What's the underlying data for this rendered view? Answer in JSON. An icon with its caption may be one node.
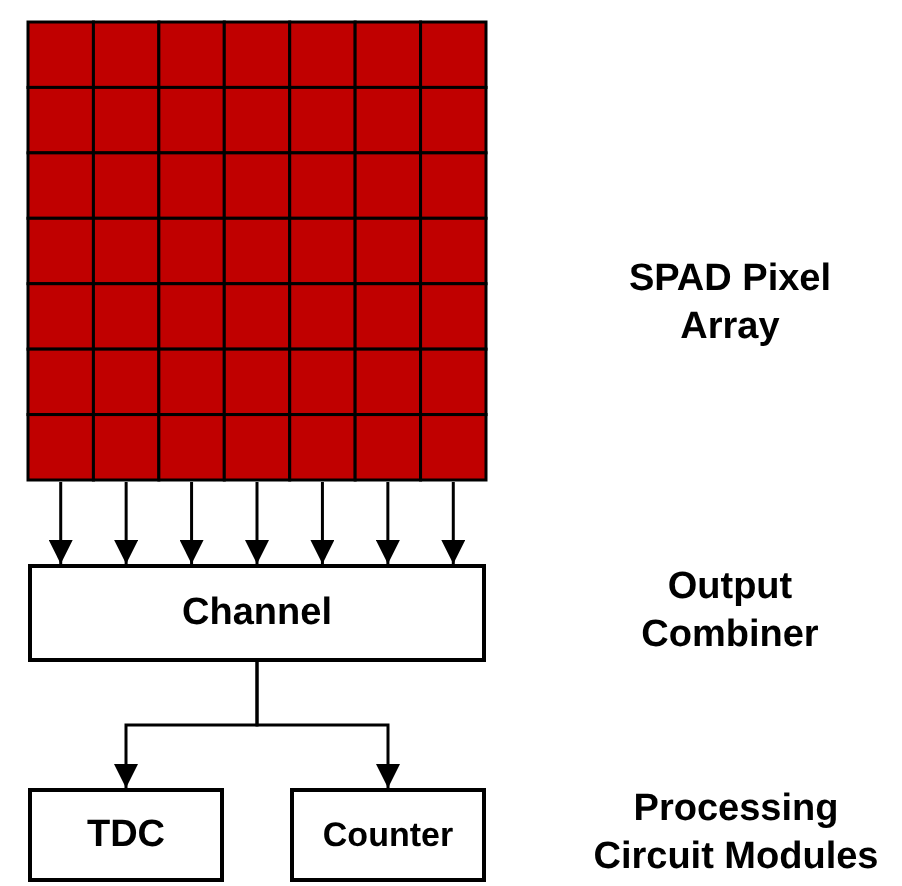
{
  "diagram": {
    "nodes": [
      {
        "text": [],
        "shape": "grid"
      },
      {
        "text": [
          "Channel"
        ]
      },
      {
        "text": [
          "TDC"
        ]
      },
      {
        "text": [
          "Counter"
        ]
      }
    ],
    "edges": [
      {
        "from": 0,
        "to": 1,
        "arrow": "to"
      },
      {
        "from": 0,
        "to": 1,
        "arrow": "to"
      },
      {
        "from": 0,
        "to": 1,
        "arrow": "to"
      },
      {
        "from": 0,
        "to": 1,
        "arrow": "to"
      },
      {
        "from": 0,
        "to": 1,
        "arrow": "to"
      },
      {
        "from": 0,
        "to": 1,
        "arrow": "to"
      },
      {
        "from": 0,
        "to": 1,
        "arrow": "to"
      },
      {
        "from": 1,
        "to": 2,
        "arrow": "to"
      },
      {
        "from": 1,
        "to": 3,
        "arrow": "to"
      }
    ],
    "labels": [
      "SPAD Pixel Array",
      "Output Combiner",
      "Processing Circuit Modules"
    ]
  }
}
